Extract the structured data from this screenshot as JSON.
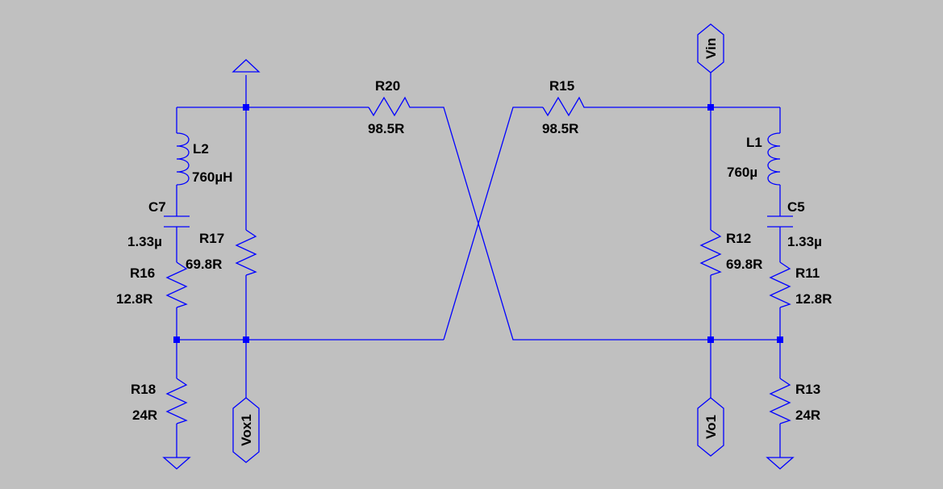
{
  "colors": {
    "background": "#c0c0c0",
    "wire": "#0000ff",
    "text": "#000000"
  },
  "components": {
    "r20": {
      "name": "R20",
      "value": "98.5R"
    },
    "r15": {
      "name": "R15",
      "value": "98.5R"
    },
    "l2": {
      "name": "L2",
      "value": "760µH"
    },
    "l1": {
      "name": "L1",
      "value": "760µ"
    },
    "c7": {
      "name": "C7",
      "value": "1.33µ"
    },
    "c5": {
      "name": "C5",
      "value": "1.33µ"
    },
    "r17": {
      "name": "R17",
      "value": "69.8R"
    },
    "r12": {
      "name": "R12",
      "value": "69.8R"
    },
    "r16": {
      "name": "R16",
      "value": "12.8R"
    },
    "r11": {
      "name": "R11",
      "value": "12.8R"
    },
    "r18": {
      "name": "R18",
      "value": "24R"
    },
    "r13": {
      "name": "R13",
      "value": "24R"
    }
  },
  "ports": {
    "vin": "Vin",
    "vox1": "Vox1",
    "vo1": "Vo1"
  }
}
